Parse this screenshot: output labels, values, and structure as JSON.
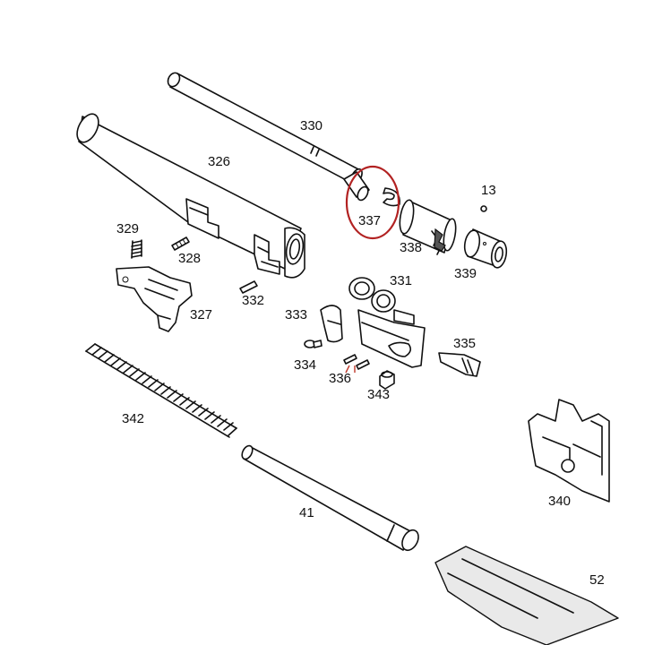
{
  "part_labels": {
    "p330": "330",
    "p326": "326",
    "p337": "337",
    "p13": "13",
    "p338": "338",
    "p339": "339",
    "p329": "329",
    "p328": "328",
    "p331": "331",
    "p332": "332",
    "p327": "327",
    "p333": "333",
    "p335": "335",
    "p334": "334",
    "p336": "336",
    "p343": "343",
    "p342": "342",
    "p340": "340",
    "p41": "41",
    "p52": "52"
  },
  "colors": {
    "line": "#111111",
    "highlight_circle": "#b22222",
    "pin_accent": "#c0392b",
    "background": "#ffffff"
  },
  "highlighted_part": "337"
}
